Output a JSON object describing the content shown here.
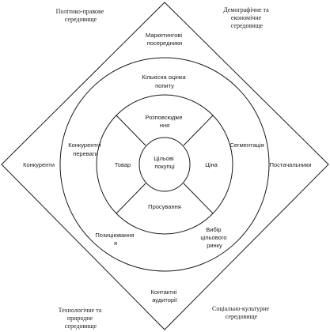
{
  "corners": {
    "top_left": [
      "Політико-правове",
      "середовище"
    ],
    "top_right": [
      "Демографічне та",
      "економічне",
      "середовище"
    ],
    "bottom_left": [
      "Технологічне та",
      "природне",
      "середовище"
    ],
    "bottom_right": [
      "Соціально-культурне",
      "середовище"
    ]
  },
  "diamond_labels": {
    "top": [
      "Маркетингові",
      "посередники"
    ],
    "left": "Конкуренти",
    "right": "Постачальники",
    "bottom": [
      "Контактні",
      "аудиторії"
    ]
  },
  "outer_ring": {
    "top": [
      "Кількісна оцінка",
      "попиту"
    ],
    "left": [
      "Конкурентні",
      "переваги"
    ],
    "right": "Сегментація",
    "bottom_left": [
      "Позиціювання",
      "я"
    ],
    "bottom_right": [
      "Вибір",
      "цільового",
      "ринку"
    ]
  },
  "inner_ring": {
    "top": [
      "Розповсюдже",
      "ння"
    ],
    "left": "Товар",
    "right": "Ціна",
    "bottom": "Просування"
  },
  "center": [
    "Цільові",
    "покупці"
  ]
}
